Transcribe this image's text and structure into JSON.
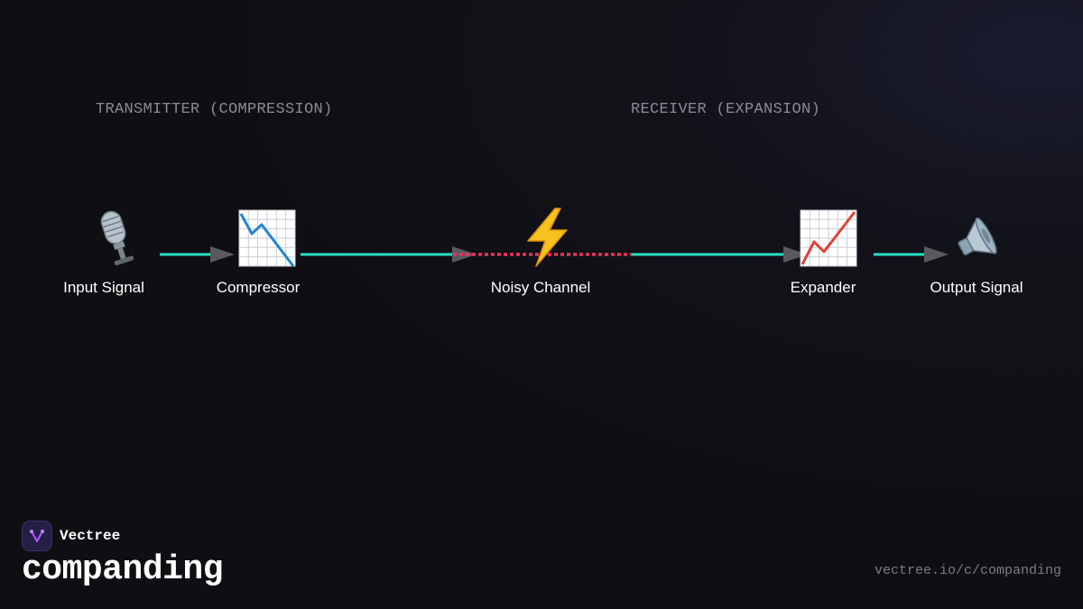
{
  "sections": {
    "transmitter": "TRANSMITTER (COMPRESSION)",
    "receiver": "RECEIVER (EXPANSION)"
  },
  "nodes": [
    {
      "label": "Input Signal",
      "icon": "microphone-icon"
    },
    {
      "label": "Compressor",
      "icon": "chart-decreasing-icon"
    },
    {
      "label": "Noisy Channel",
      "icon": "lightning-icon"
    },
    {
      "label": "Expander",
      "icon": "chart-increasing-icon"
    },
    {
      "label": "Output Signal",
      "icon": "speaker-icon"
    }
  ],
  "connections": [
    {
      "from": "Input Signal",
      "to": "Compressor",
      "style": "solid"
    },
    {
      "from": "Compressor",
      "to": "Noisy Channel",
      "style": "solid"
    },
    {
      "from": "Noisy Channel",
      "to": "Expander",
      "style": "dashed-noisy"
    }
  ],
  "colors": {
    "signal_line": "#26e0c4",
    "noise_line": "#e8325f",
    "arrowhead": "#5a5a5e",
    "label_muted": "#8b8b93",
    "decrease_line": "#1f86d1",
    "increase_line": "#e0403a",
    "lightning": "#f7c21e",
    "brand_accent": "#a855f7"
  },
  "brand": {
    "name": "Vectree",
    "title": "companding",
    "url": "vectree.io/c/companding"
  }
}
